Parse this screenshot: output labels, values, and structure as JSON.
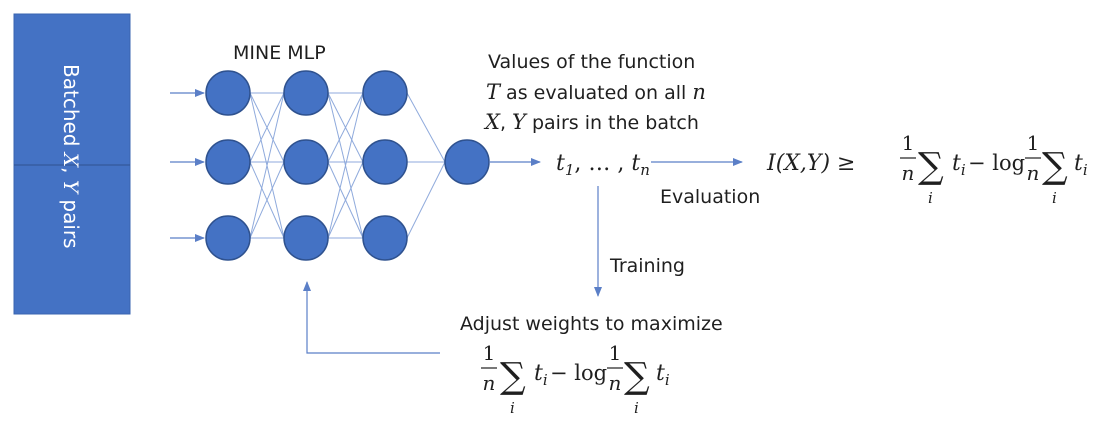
{
  "input_box": {
    "label_prefix": "Batched ",
    "label_x": "X",
    "label_comma": ", ",
    "label_y": "Y",
    "label_suffix": " pairs",
    "fill": "#4472c4"
  },
  "network": {
    "title": "MINE MLP",
    "layers": [
      3,
      3,
      3,
      1
    ],
    "node_color": "#4472c4"
  },
  "values_text": {
    "line1": "Values of the function",
    "line2_math": "T",
    "line2_rest": " as evaluated on all ",
    "line2_n": "n",
    "line3_x": "X",
    "line3_comma": ", ",
    "line3_y": "Y",
    "line3_rest": " pairs in the batch"
  },
  "outputs": {
    "t1": "t",
    "sub1": "1",
    "dots": ", … , ",
    "tn": "t",
    "subn": "n"
  },
  "evaluation": {
    "label": "Evaluation",
    "bound_lhs": "I(X,Y) ≥ ",
    "frac_num": "1",
    "frac_den": "n",
    "sum": "∑",
    "sum_index": "i",
    "t": "t",
    "t_sub": "i",
    "minus_log": " − log"
  },
  "training": {
    "label": "Training",
    "adjust_text": "Adjust weights to maximize"
  },
  "colors": {
    "arrow": "#5b7fc7",
    "edge": "#8faadc"
  }
}
